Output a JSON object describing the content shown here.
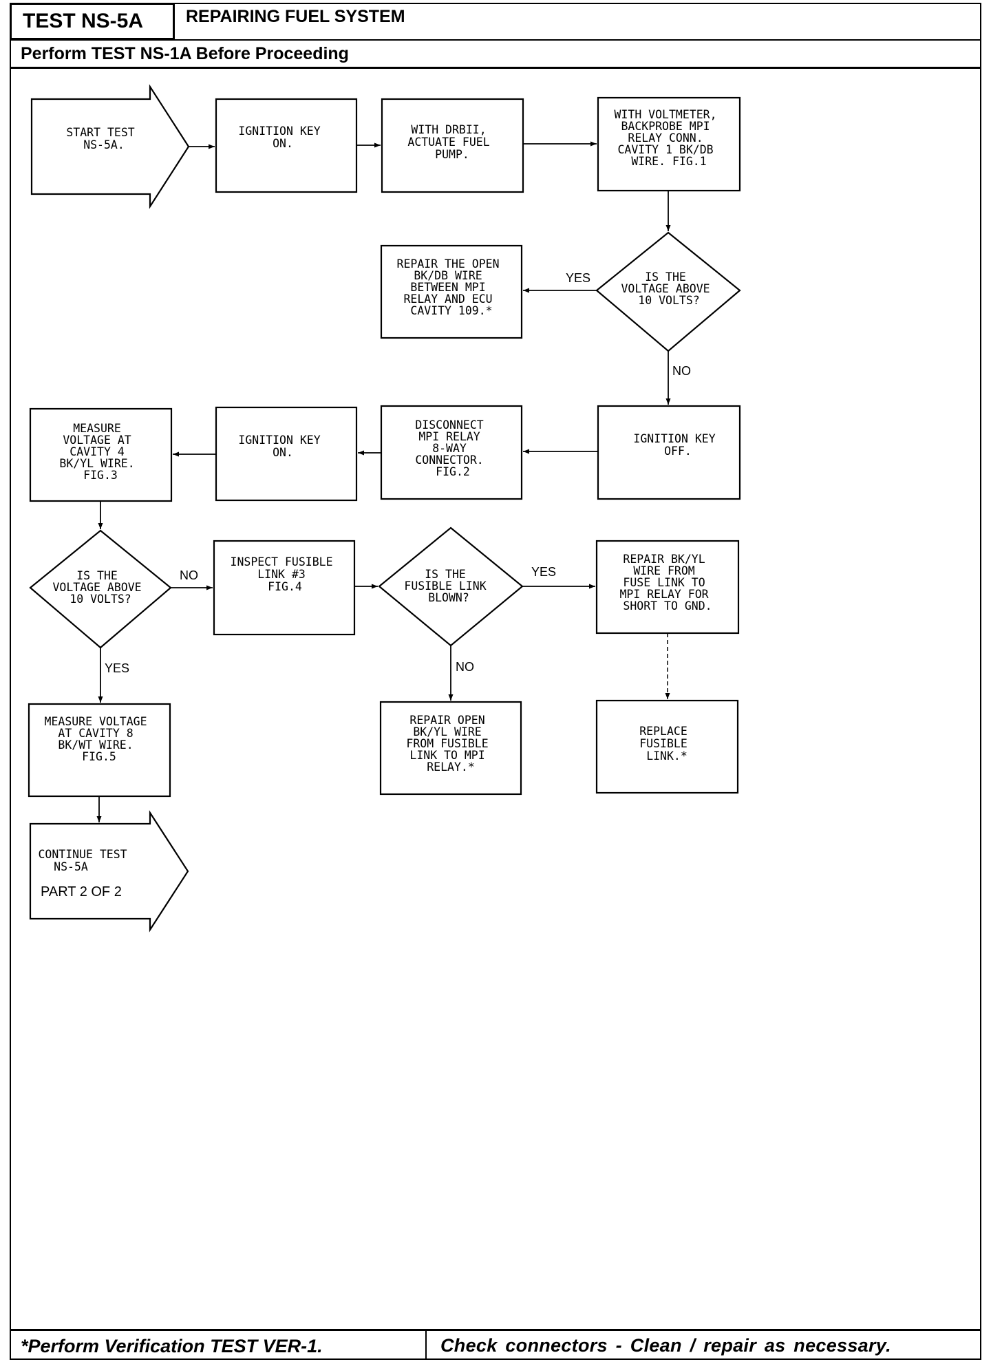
{
  "header": {
    "test_id": "TEST NS-5A",
    "title": "REPAIRING FUEL SYSTEM",
    "subtitle": "Perform TEST NS-1A Before Proceeding"
  },
  "footer": {
    "note_left": "*Perform Verification TEST VER-1.",
    "note_right": "Check connectors - Clean / repair as necessary."
  },
  "flow": {
    "start": [
      "START TEST",
      "NS-5A."
    ],
    "ign_on_1": [
      "IGNITION KEY",
      "ON."
    ],
    "actuate": [
      "WITH DRBII,",
      "ACTUATE FUEL",
      "PUMP."
    ],
    "voltmeter": [
      "WITH VOLTMETER,",
      "BACKPROBE MPI",
      "RELAY CONN.",
      "CAVITY 1 BK/DB",
      "WIRE. FIG.1"
    ],
    "q1": [
      "IS THE",
      "VOLTAGE ABOVE",
      "10 VOLTS?"
    ],
    "repair_open": [
      "REPAIR THE OPEN",
      "BK/DB WIRE",
      "BETWEEN MPI",
      "RELAY AND ECU",
      "CAVITY 109.*"
    ],
    "ign_off": [
      "IGNITION KEY",
      "OFF."
    ],
    "disconnect": [
      "DISCONNECT",
      "MPI RELAY",
      "8-WAY",
      "CONNECTOR.",
      "FIG.2"
    ],
    "ign_on_2": [
      "IGNITION KEY",
      "ON."
    ],
    "measure1": [
      "MEASURE",
      "VOLTAGE AT",
      "CAVITY 4",
      "BK/YL WIRE.",
      "FIG.3"
    ],
    "q2": [
      "IS THE",
      "VOLTAGE ABOVE",
      "10 VOLTS?"
    ],
    "inspect": [
      "INSPECT FUSIBLE",
      "LINK #3",
      "",
      "FIG.4"
    ],
    "q3": [
      "IS THE",
      "FUSIBLE LINK",
      "BLOWN?"
    ],
    "repair_short": [
      "REPAIR BK/YL",
      "WIRE FROM",
      "FUSE LINK TO",
      "MPI RELAY FOR",
      "SHORT TO GND."
    ],
    "replace": [
      "REPLACE",
      "FUSIBLE",
      "LINK.*"
    ],
    "repair_open2": [
      "REPAIR OPEN",
      "BK/YL WIRE",
      "FROM FUSIBLE",
      "LINK TO MPI",
      "RELAY.*"
    ],
    "measure2": [
      "MEASURE VOLTAGE",
      "AT CAVITY 8",
      "BK/WT WIRE.",
      "",
      "FIG.5"
    ],
    "continue": [
      "CONTINUE TEST",
      "NS-5A"
    ],
    "continue_part": "PART  2 OF 2"
  },
  "labels": {
    "q1_yes": "YES",
    "q1_no": "NO",
    "q2_no": "NO",
    "q2_yes": "YES",
    "q3_yes": "YES",
    "q3_no": "NO"
  }
}
